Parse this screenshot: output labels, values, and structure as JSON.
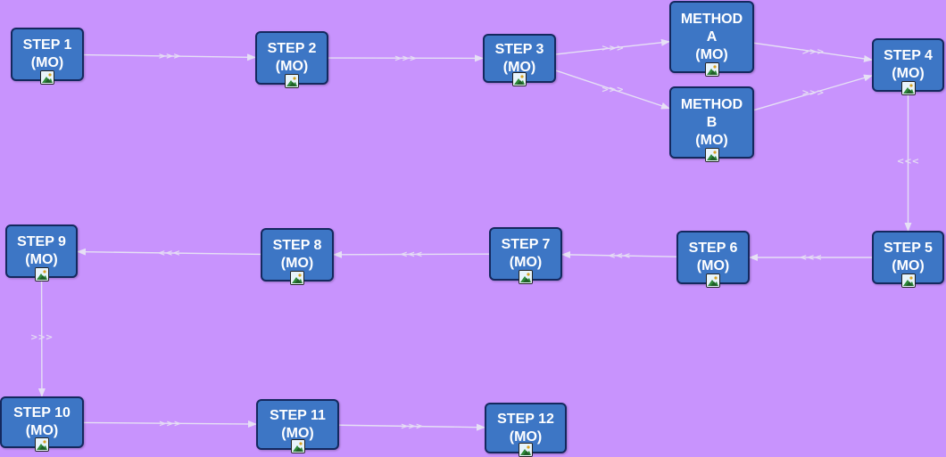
{
  "diagram": {
    "nodes": [
      {
        "id": "step1",
        "lines": [
          "STEP 1",
          "(MO)"
        ]
      },
      {
        "id": "step2",
        "lines": [
          "STEP 2",
          "(MO)"
        ]
      },
      {
        "id": "step3",
        "lines": [
          "STEP 3",
          "(MO)"
        ]
      },
      {
        "id": "methodA",
        "lines": [
          "METHOD",
          "A",
          "(MO)"
        ]
      },
      {
        "id": "methodB",
        "lines": [
          "METHOD",
          "B",
          "(MO)"
        ]
      },
      {
        "id": "step4",
        "lines": [
          "STEP 4",
          "(MO)"
        ]
      },
      {
        "id": "step5",
        "lines": [
          "STEP 5",
          "(MO)"
        ]
      },
      {
        "id": "step6",
        "lines": [
          "STEP 6",
          "(MO)"
        ]
      },
      {
        "id": "step7",
        "lines": [
          "STEP 7",
          "(MO)"
        ]
      },
      {
        "id": "step8",
        "lines": [
          "STEP 8",
          "(MO)"
        ]
      },
      {
        "id": "step9",
        "lines": [
          "STEP 9",
          "(MO)"
        ]
      },
      {
        "id": "step10",
        "lines": [
          "STEP 10",
          "(MO)"
        ]
      },
      {
        "id": "step11",
        "lines": [
          "STEP 11",
          "(MO)"
        ]
      },
      {
        "id": "step12",
        "lines": [
          "STEP 12",
          "(MO)"
        ]
      }
    ],
    "edges": [
      {
        "from": "step1",
        "to": "step2",
        "marker": ">>>"
      },
      {
        "from": "step2",
        "to": "step3",
        "marker": ">>>"
      },
      {
        "from": "step3",
        "to": "methodA",
        "marker": ">>>"
      },
      {
        "from": "step3",
        "to": "methodB",
        "marker": ">>>"
      },
      {
        "from": "methodA",
        "to": "step4",
        "marker": ">>>"
      },
      {
        "from": "methodB",
        "to": "step4",
        "marker": ">>>"
      },
      {
        "from": "step4",
        "to": "step5",
        "marker": "<<<"
      },
      {
        "from": "step5",
        "to": "step6",
        "marker": "<<<"
      },
      {
        "from": "step6",
        "to": "step7",
        "marker": "<<<"
      },
      {
        "from": "step7",
        "to": "step8",
        "marker": "<<<"
      },
      {
        "from": "step8",
        "to": "step9",
        "marker": "<<<"
      },
      {
        "from": "step9",
        "to": "step10",
        "marker": ">>>"
      },
      {
        "from": "step10",
        "to": "step11",
        "marker": ">>>"
      },
      {
        "from": "step11",
        "to": "step12",
        "marker": ">>>"
      }
    ],
    "icon": "image-icon",
    "colors": {
      "background": "#c893fd",
      "node_fill": "#3d76c5",
      "node_border": "#14285e",
      "node_text": "#ffffff",
      "edge": "#e6e0f5"
    }
  }
}
